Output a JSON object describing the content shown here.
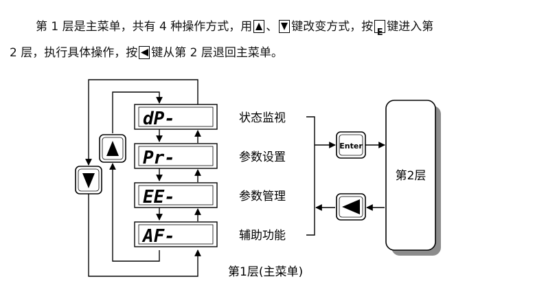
{
  "intro": {
    "l1_a": "第 1 层是主菜单，共有 4 种操作方式，用",
    "sep": "、",
    "l1_b": "键改变方式，按",
    "enter_key": "E",
    "l1_c": "键进入第",
    "l2_a": "2 层，执行具体操作，按",
    "l2_b": "键从第 2 层退回主菜单。"
  },
  "menu": {
    "displays": [
      "dP-",
      "Pr-",
      "EE-",
      "AF-"
    ],
    "labels": [
      "状态监视",
      "参数设置",
      "参数管理",
      "辅助功能"
    ],
    "enter_label": "Enter",
    "layer2_label": "第2层",
    "caption": "第1层(主菜单)"
  },
  "icons": {
    "up": "up-triangle-icon",
    "down": "down-triangle-icon",
    "back": "left-triangle-icon"
  }
}
